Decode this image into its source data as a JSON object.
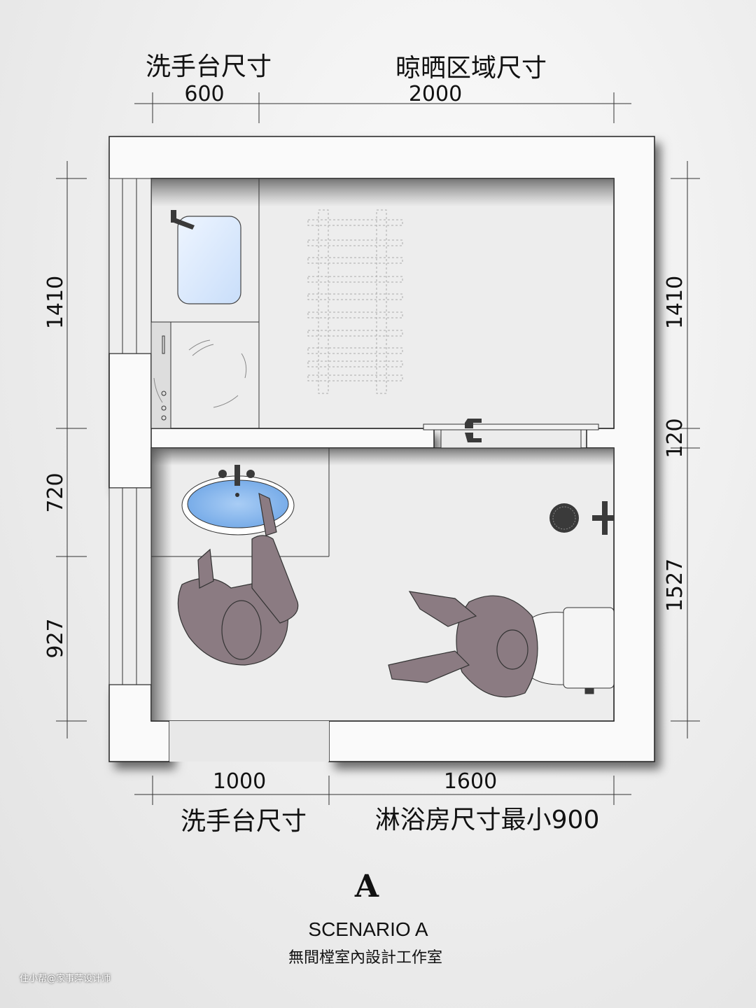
{
  "top_dimensions": {
    "labels": [
      "洗手台尺寸",
      "晾晒区域尺寸"
    ],
    "values": [
      "600",
      "2000"
    ]
  },
  "bottom_dimensions": {
    "labels": [
      "洗手台尺寸",
      "淋浴房尺寸最小900"
    ],
    "values": [
      "1000",
      "1600"
    ]
  },
  "left_dimensions": [
    "1410",
    "720",
    "927"
  ],
  "right_dimensions": [
    "1410",
    "120",
    "1527"
  ],
  "caption": {
    "letter": "A",
    "scenario": "SCENARIO A",
    "studio": "無間樘室內設計工作室"
  },
  "credit": "住小帮@家事萍设计师",
  "colors": {
    "wall": "#fafafa",
    "floor": "#ececec",
    "glass": "#cfe2fb",
    "figure": "#8b7b82",
    "fixture": "#3a3a3a"
  }
}
